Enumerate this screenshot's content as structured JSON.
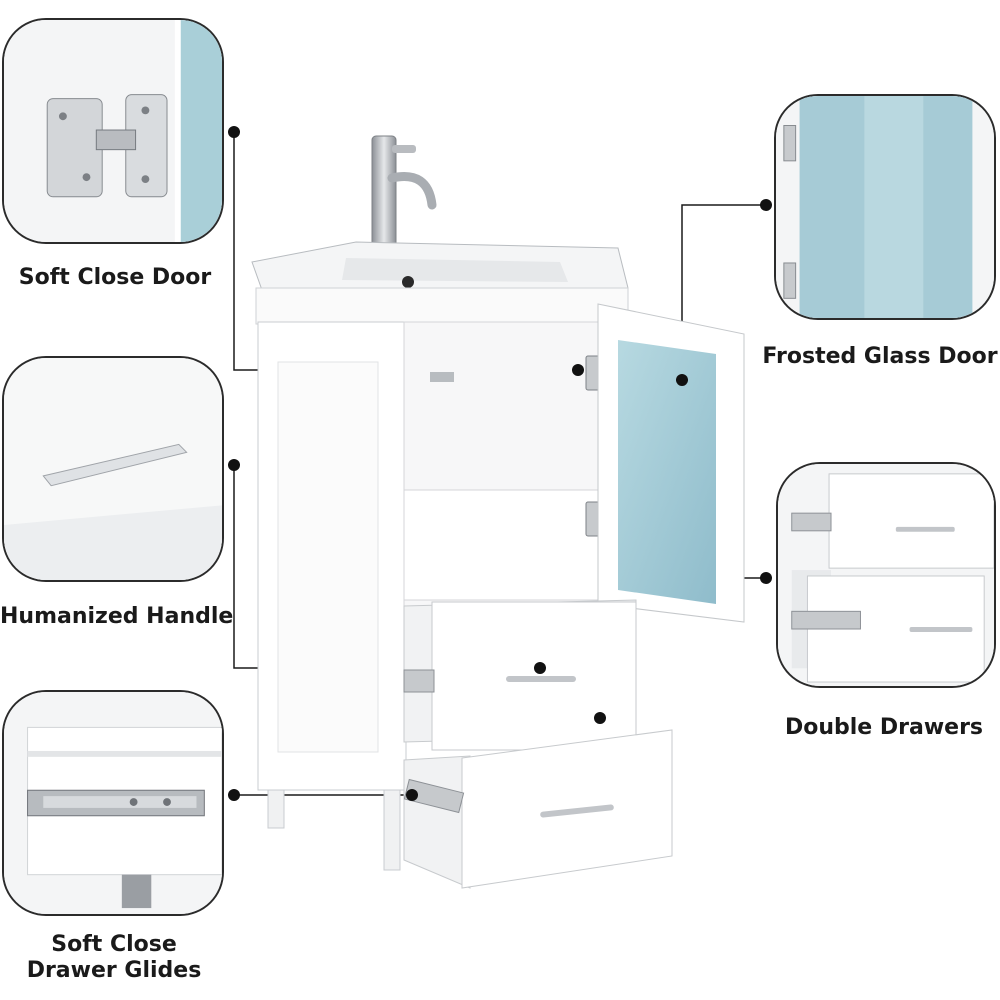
{
  "features": {
    "soft_close_door": {
      "label": "Soft Close Door"
    },
    "frosted_glass_door": {
      "label": "Frosted Glass Door"
    },
    "humanized_handle": {
      "label": "Humanized Handle"
    },
    "double_drawers": {
      "label": "Double Drawers"
    },
    "soft_close_drawer_glides": {
      "line1": "Soft Close",
      "line2": "Drawer Glides"
    }
  },
  "colors": {
    "cabinet": "#ffffff",
    "frosted_glass": "#a9cfd8",
    "line": "#1a1a1a",
    "chrome": "#a9adb2"
  }
}
